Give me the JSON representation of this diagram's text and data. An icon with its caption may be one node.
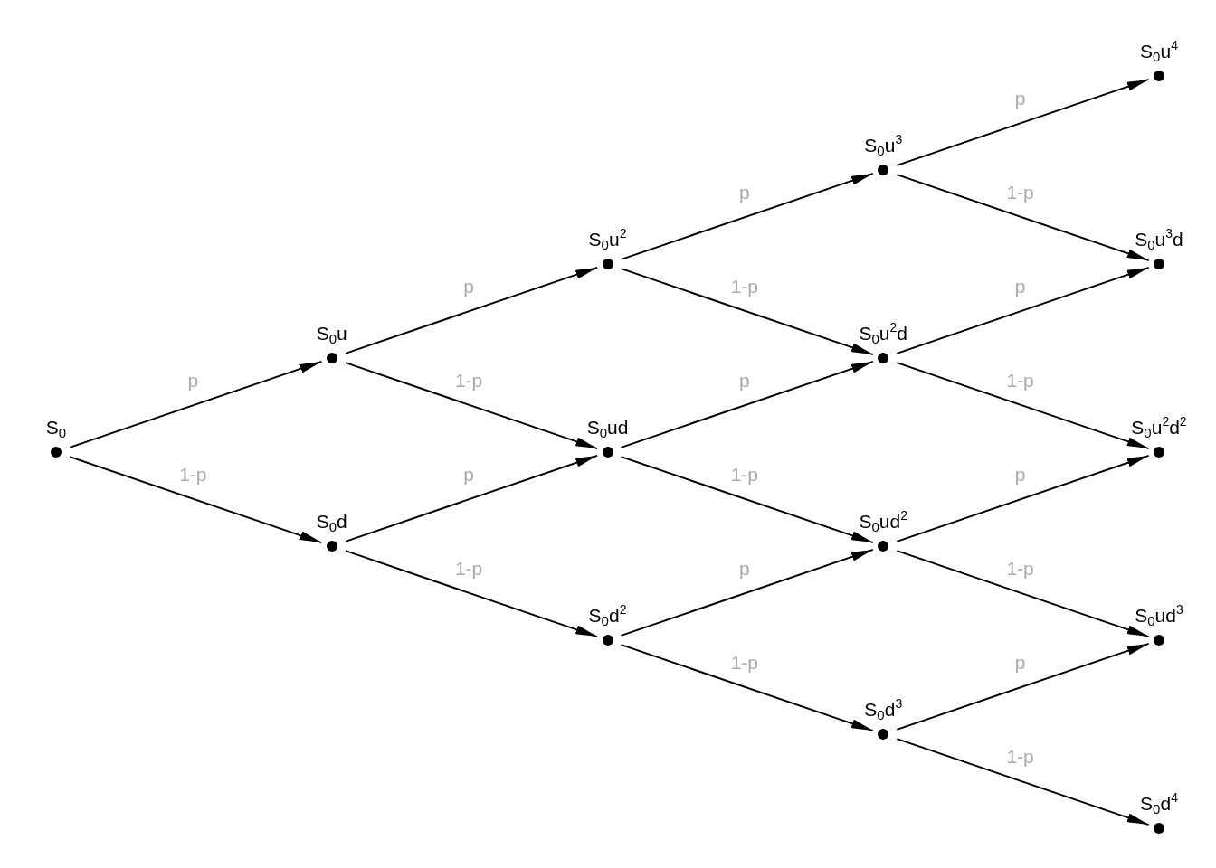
{
  "diagram": {
    "nodes": [
      {
        "text": [
          "S$_{0}$"
        ]
      },
      {
        "text": [
          "S$_{0}$u"
        ]
      },
      {
        "text": [
          "S$_{0}$d"
        ]
      },
      {
        "text": [
          "S$_{0}$u$^{2}$"
        ]
      },
      {
        "text": [
          "S$_{0}$ud"
        ]
      },
      {
        "text": [
          "S$_{0}$d$^{2}$"
        ]
      },
      {
        "text": [
          "S$_{0}$u$^{3}$"
        ]
      },
      {
        "text": [
          "S$_{0}$u$^{2}$d"
        ]
      },
      {
        "text": [
          "S$_{0}$ud$^{2}$"
        ]
      },
      {
        "text": [
          "S$_{0}$d$^{3}$"
        ]
      },
      {
        "text": [
          "S$_{0}$u$^{4}$"
        ]
      },
      {
        "text": [
          "S$_{0}$u$^{3}$d"
        ]
      },
      {
        "text": [
          "S$_{0}$u$^{2}$d$^{2}$"
        ]
      },
      {
        "text": [
          "S$_{0}$ud$^{3}$"
        ]
      },
      {
        "text": [
          "S$_{0}$d$^{4}$"
        ]
      }
    ],
    "edges": [
      {
        "from": 0,
        "to": 1,
        "arrow": "to",
        "label": "p"
      },
      {
        "from": 0,
        "to": 2,
        "arrow": "to",
        "label": "1-p"
      },
      {
        "from": 1,
        "to": 3,
        "arrow": "to",
        "label": "p"
      },
      {
        "from": 1,
        "to": 4,
        "arrow": "to",
        "label": "1-p"
      },
      {
        "from": 2,
        "to": 4,
        "arrow": "to",
        "label": "p"
      },
      {
        "from": 2,
        "to": 5,
        "arrow": "to",
        "label": "1-p"
      },
      {
        "from": 3,
        "to": 6,
        "arrow": "to",
        "label": "p"
      },
      {
        "from": 3,
        "to": 7,
        "arrow": "to",
        "label": "1-p"
      },
      {
        "from": 4,
        "to": 7,
        "arrow": "to",
        "label": "p"
      },
      {
        "from": 4,
        "to": 8,
        "arrow": "to",
        "label": "1-p"
      },
      {
        "from": 5,
        "to": 8,
        "arrow": "to",
        "label": "p"
      },
      {
        "from": 5,
        "to": 9,
        "arrow": "to",
        "label": "1-p"
      },
      {
        "from": 6,
        "to": 10,
        "arrow": "to",
        "label": "p"
      },
      {
        "from": 6,
        "to": 11,
        "arrow": "to",
        "label": "1-p"
      },
      {
        "from": 7,
        "to": 11,
        "arrow": "to",
        "label": "p"
      },
      {
        "from": 7,
        "to": 12,
        "arrow": "to",
        "label": "1-p"
      },
      {
        "from": 8,
        "to": 12,
        "arrow": "to",
        "label": "p"
      },
      {
        "from": 8,
        "to": 13,
        "arrow": "to",
        "label": "1-p"
      },
      {
        "from": 9,
        "to": 13,
        "arrow": "to",
        "label": "p"
      },
      {
        "from": 9,
        "to": 14,
        "arrow": "to",
        "label": "1-p"
      }
    ]
  }
}
